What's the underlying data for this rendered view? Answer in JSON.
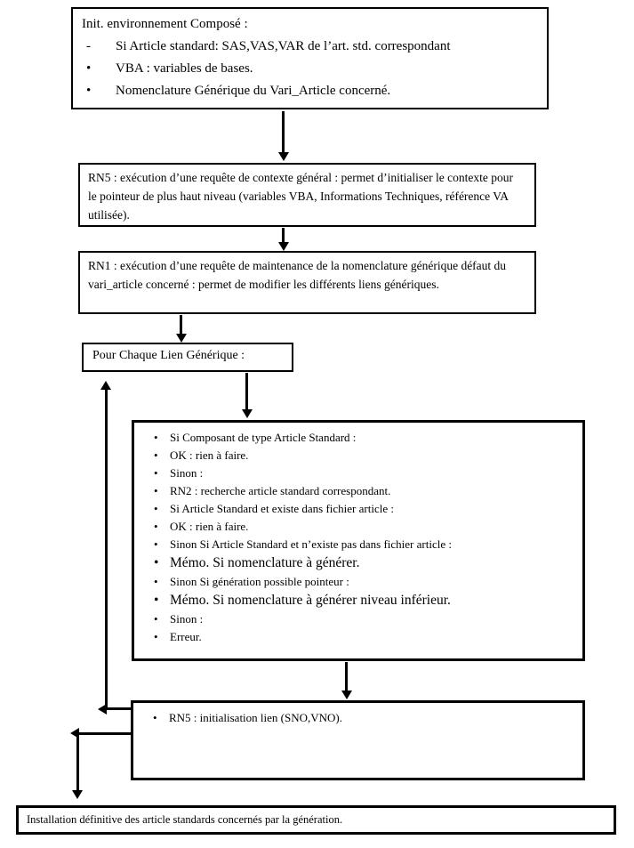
{
  "colors": {
    "ink": "#000000",
    "background": "#ffffff"
  },
  "flowchart": {
    "init_box": {
      "title": "Init. environnement Composé :",
      "items": [
        {
          "marker": "-",
          "text": "Si Article standard: SAS,VAS,VAR de l’art. std. correspondant"
        },
        {
          "marker": "•",
          "text": "VBA : variables de bases."
        },
        {
          "marker": "•",
          "text": "Nomenclature Générique du Vari_Article concerné."
        }
      ]
    },
    "rn5_context_box": {
      "text": "RN5 : exécution d’une requête de contexte général : permet d’initialiser le contexte pour le pointeur de plus haut niveau (variables VBA, Informations Techniques, référence VA utilisée)."
    },
    "rn1_box": {
      "text": "RN1 : exécution d’une requête de maintenance de la nomenclature générique défaut du vari_article concerné : permet de modifier les différents liens génériques."
    },
    "loop_box": {
      "text": "Pour Chaque Lien Générique :"
    },
    "link_box": {
      "items": [
        {
          "marker": "•",
          "text": "Si Composant de type Article Standard :"
        },
        {
          "marker": "•",
          "text": "OK : rien à faire."
        },
        {
          "marker": "•",
          "text": "Sinon :"
        },
        {
          "marker": "•",
          "text": "RN2 : recherche article standard correspondant."
        },
        {
          "marker": "•",
          "text": "Si Article Standard et existe dans fichier article :"
        },
        {
          "marker": "•",
          "text": "OK : rien à faire."
        },
        {
          "marker": "•",
          "text": "Sinon Si Article Standard et n’existe pas dans fichier article :"
        },
        {
          "marker": "•",
          "text": "Mémo. Si nomenclature à générer."
        },
        {
          "marker": "•",
          "text": "Sinon Si génération possible pointeur :"
        },
        {
          "marker": "•",
          "text": "Mémo. Si nomenclature à générer niveau inférieur."
        },
        {
          "marker": "•",
          "text": "Sinon :"
        },
        {
          "marker": "•",
          "text": "Erreur."
        }
      ]
    },
    "rn5_link_box": {
      "items": [
        {
          "marker": "•",
          "text": "RN5 : initialisation lien (SNO,VNO)."
        }
      ]
    },
    "install_box": {
      "text": "Installation définitive des article standards concernés par la génération."
    }
  }
}
